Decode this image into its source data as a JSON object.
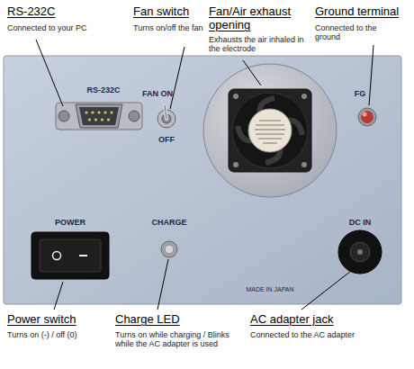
{
  "diagram": {
    "labels": [
      "RS-232C",
      "Connected to your PC",
      "Fan switch",
      "Turns on/off the fan",
      "Fan/Air exhaust opening",
      "Exhausts the air inhaled in the electrode",
      "Ground terminal",
      "Connected to the ground",
      "RS-232C",
      "FAN ON",
      "OFF",
      "FG",
      "POWER",
      "CHARGE",
      "DC IN",
      "MADE IN JAPAN",
      "Power switch",
      "Turns on (-) / off (0)",
      "Charge LED",
      "Turns on while charging / Blinks while the AC adapter is used",
      "AC adapter jack",
      "Connected to the AC adapter"
    ]
  }
}
